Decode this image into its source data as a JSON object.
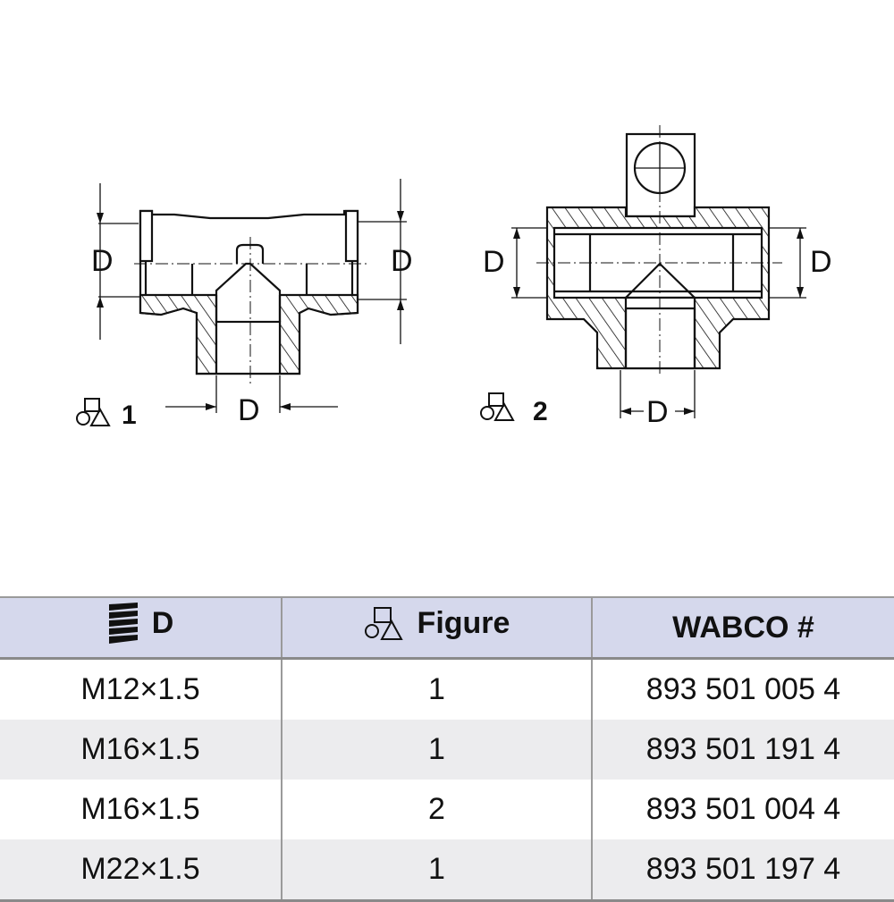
{
  "figures": [
    {
      "label": "1",
      "dimension_label": "D"
    },
    {
      "label": "2",
      "dimension_label": "D"
    }
  ],
  "table": {
    "headers": {
      "d": "D",
      "figure": "Figure",
      "wabco": "WABCO #"
    },
    "header_icons": {
      "d": "thread-icon",
      "figure": "shapes-icon"
    },
    "rows": [
      {
        "d": "M12×1.5",
        "figure": "1",
        "wabco": "893 501 005 4"
      },
      {
        "d": "M16×1.5",
        "figure": "1",
        "wabco": "893 501 191 4"
      },
      {
        "d": "M16×1.5",
        "figure": "2",
        "wabco": "893 501 004 4"
      },
      {
        "d": "M22×1.5",
        "figure": "1",
        "wabco": "893 501 197 4"
      }
    ]
  },
  "colors": {
    "header_bg": "#d5d8ec",
    "alt_row_bg": "#ececee"
  }
}
